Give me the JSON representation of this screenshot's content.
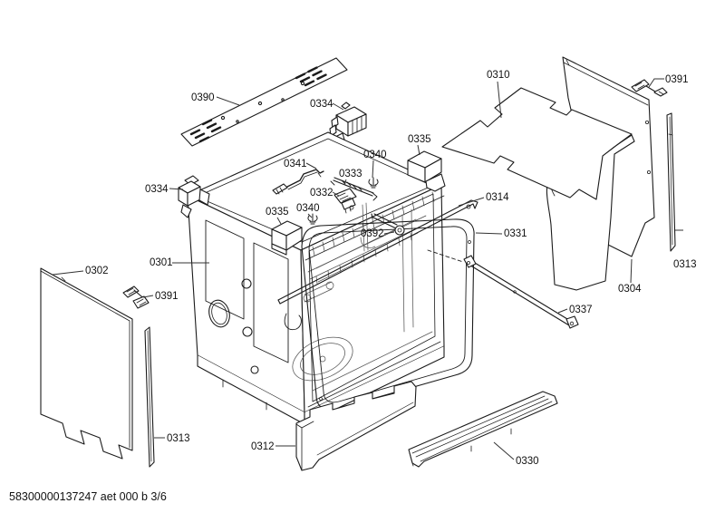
{
  "page": {
    "background": "#ffffff",
    "line_color": "#1b1b1b",
    "leader_color": "#333333",
    "footer_text": "58300000137247 aet 000 b 3/6"
  },
  "labels": {
    "cover_panel_0390": "0390",
    "connector_top_0334": "0334",
    "insulation_mat_0310": "0310",
    "bracket_top_right_0391": "0391",
    "damper_right_0335": "0335",
    "clip_top_0340": "0340",
    "bracket_0341": "0341",
    "rail_0333": "0333",
    "blocks_left_0334": "0334",
    "latch_0332": "0332",
    "clip_mid_0340": "0340",
    "damper_left_0335": "0335",
    "strip_0314": "0314",
    "rod_0392": "0392",
    "door_frame_0331": "0331",
    "side_panel_left_0302": "0302",
    "bracket_left_0391": "0391",
    "tub_0301": "0301",
    "strip_right_0313": "0313",
    "side_panel_right_0304": "0304",
    "strut_0337": "0337",
    "strip_left_0313": "0313",
    "base_insulation_0312": "0312",
    "channel_0330": "0330"
  }
}
